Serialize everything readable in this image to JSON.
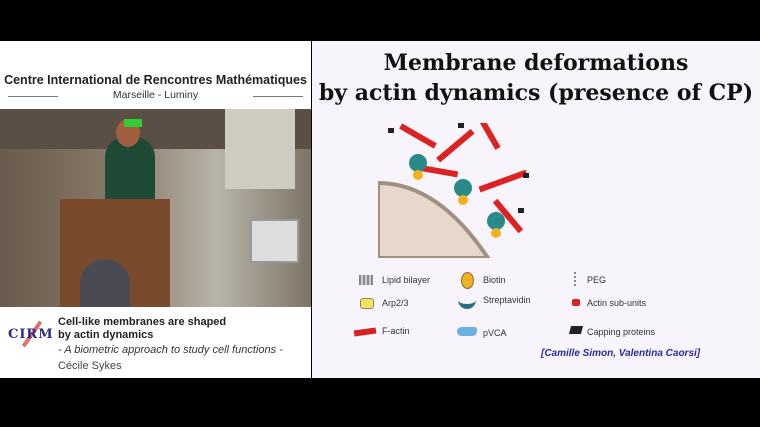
{
  "header": {
    "title": "Centre International de Rencontres Mathématiques",
    "subtitle": "Marseille - Luminy"
  },
  "caption": {
    "logo": "CIRM",
    "title_line1": "Cell-like membranes are shaped",
    "title_line2": "by actin dynamics",
    "subtitle": "- A biometric approach to study cell functions -",
    "speaker": "Cécile Sykes"
  },
  "slide": {
    "title_line1": "Membrane deformations",
    "title_line2": "by actin dynamics (presence of CP)",
    "legend": [
      {
        "label": "Lipid bilayer",
        "icon": "lipid-bilayer-icon"
      },
      {
        "label": "Biotin",
        "icon": "biotin-icon"
      },
      {
        "label": "PEG",
        "icon": "peg-icon"
      },
      {
        "label": "Arp2/3",
        "icon": "arp23-icon"
      },
      {
        "label": "Streptavidin",
        "icon": "streptavidin-icon"
      },
      {
        "label": "Actin sub-units",
        "icon": "actin-subunit-icon"
      },
      {
        "label": "F-actin",
        "icon": "f-actin-icon"
      },
      {
        "label": "pVCA",
        "icon": "pvca-icon"
      },
      {
        "label": "Capping proteins",
        "icon": "capping-protein-icon"
      }
    ],
    "credit": "[Camille Simon, Valentina Caorsi]"
  },
  "colors": {
    "slide_bg": "#f8f4fb",
    "credit": "#2a2a9a",
    "actin": "#e02020"
  }
}
